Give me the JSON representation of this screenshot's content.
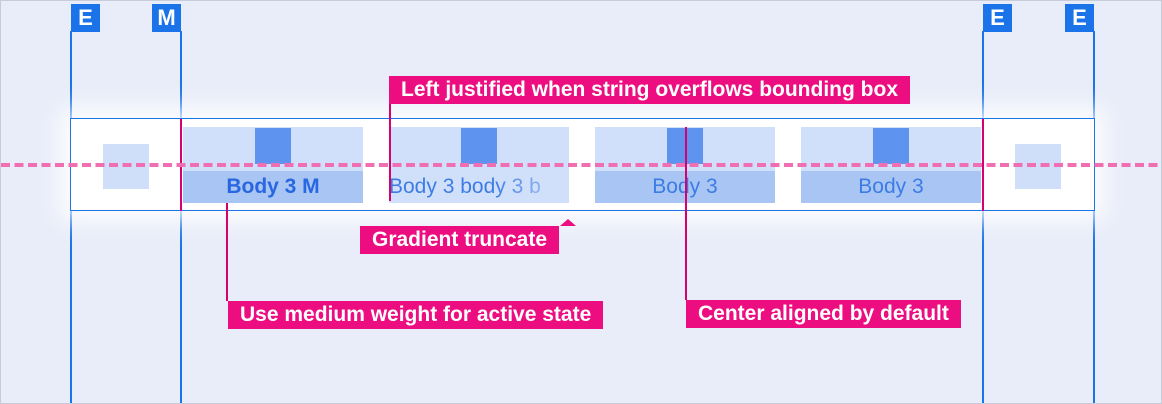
{
  "margin_markers": [
    {
      "label": "E",
      "position": "left-outer"
    },
    {
      "label": "M",
      "position": "left-inner"
    },
    {
      "label": "E",
      "position": "right-inner"
    },
    {
      "label": "E",
      "position": "right-outer"
    }
  ],
  "tabbar": {
    "tabs": [
      {
        "label": "Body 3 M",
        "state": "active",
        "truncated": false
      },
      {
        "label": "Body 3 body 3 b",
        "state": "default",
        "truncated": true
      },
      {
        "label": "Body 3",
        "state": "default",
        "truncated": false
      },
      {
        "label": "Body 3",
        "state": "default",
        "truncated": false
      }
    ],
    "edge_placeholders": 2
  },
  "annotations": {
    "left_justified": "Left justified when string overflows bounding box",
    "gradient_truncate": "Gradient truncate",
    "medium_weight": "Use medium weight for active state",
    "center_aligned": "Center aligned by default"
  },
  "colors": {
    "background": "#e9edf9",
    "guide_blue": "#1a73e8",
    "tab_background": "#d0dffa",
    "tab_label_row": "#a9c5f4",
    "tab_icon": "#5e93f0",
    "edge_square": "#cfdef9",
    "tab_text": "#3c7ce4",
    "tab_text_active": "#2867df",
    "annotation_pink": "#ec0e80",
    "pointer_magenta": "#d6006e",
    "dashed_pink": "#f06eb2",
    "bar_background": "#ffffff"
  }
}
